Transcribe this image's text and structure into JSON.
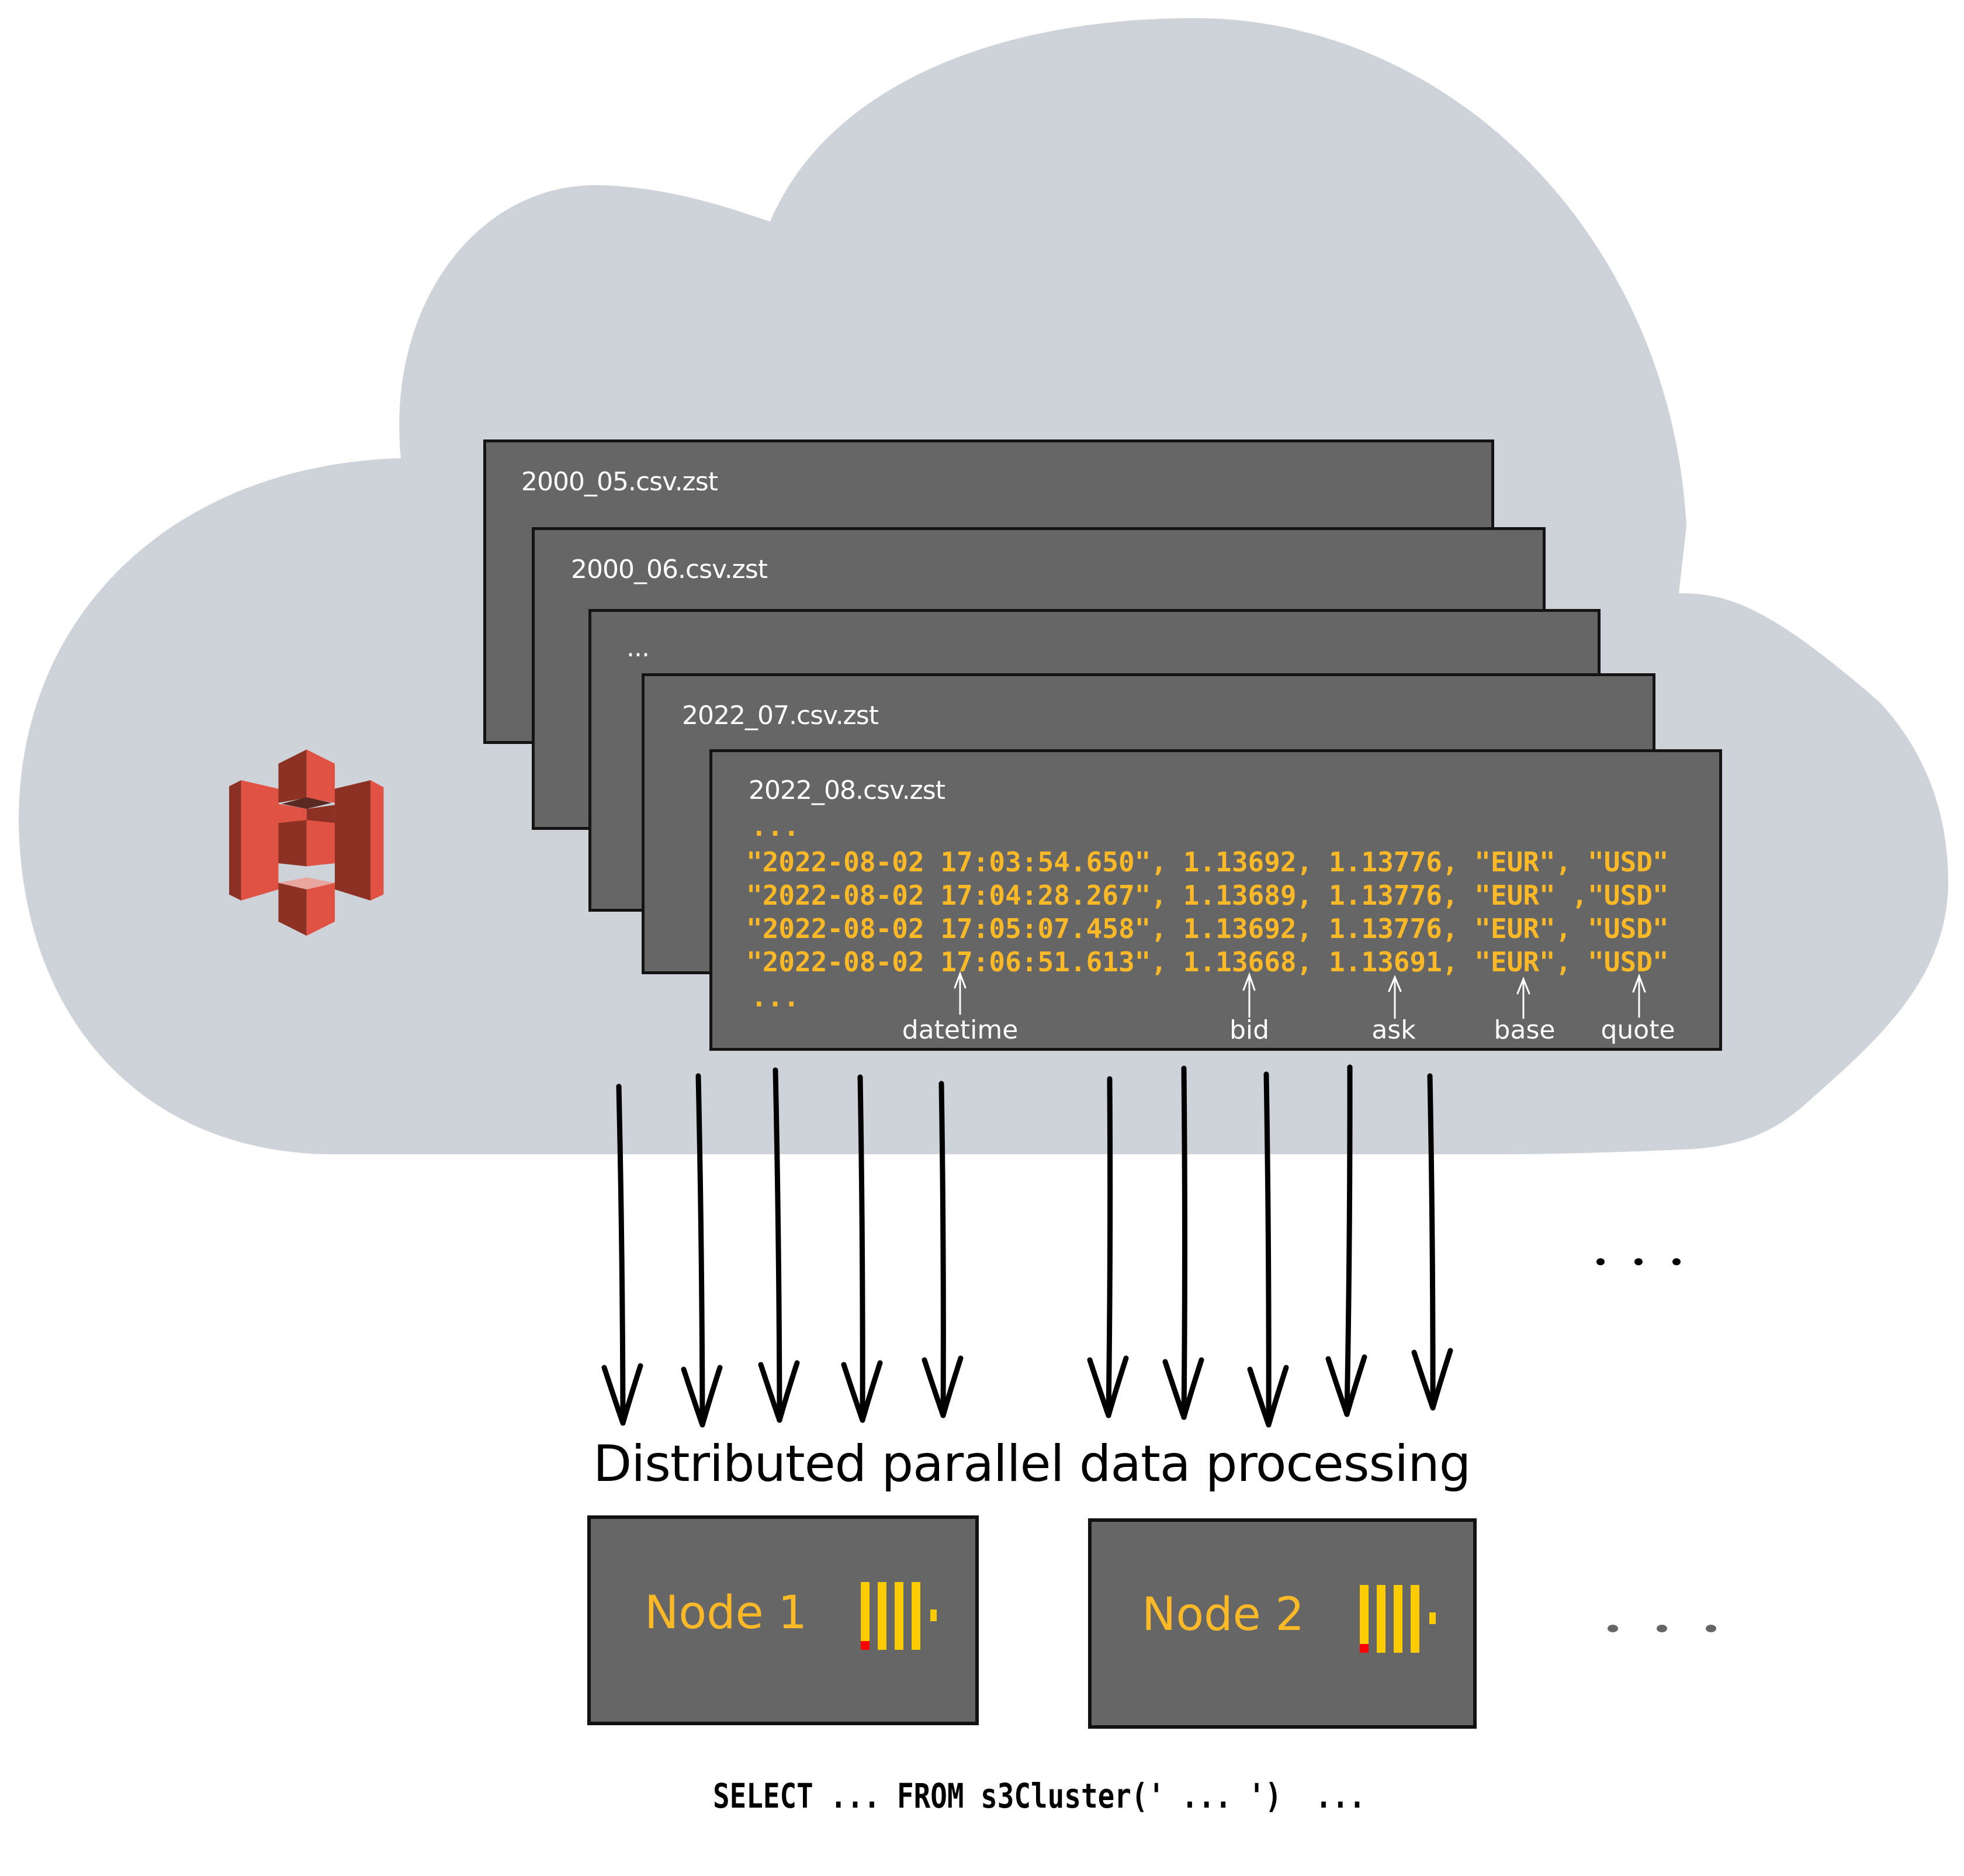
{
  "colors": {
    "background": "#ffffff",
    "cloud": "#ced3da",
    "card_fill": "#666666",
    "card_border": "#141414",
    "csv_text": "#fbb928",
    "label_text": "#ffffff",
    "node_text": "#fbb928",
    "clickhouse_yellow": "#fccc00",
    "clickhouse_red": "#ff0000",
    "s3_light": "#e05243",
    "s3_dark": "#8c3123",
    "s3_top": "#e8a69e",
    "arrow": "#000000",
    "dots_top": "#000000",
    "dots_bottom": "#666666"
  },
  "cloud": {
    "name": "aws-cloud",
    "storage_icon": "aws-s3-bucket-icon"
  },
  "files": [
    {
      "name": "2000_05.csv.zst"
    },
    {
      "name": "2000_06.csv.zst"
    },
    {
      "name": "..."
    },
    {
      "name": "2022_07.csv.zst"
    },
    {
      "name": "2022_08.csv.zst",
      "leading_ellipsis": "...",
      "rows": [
        "\"2022-08-02 17:03:54.650\", 1.13692, 1.13776, \"EUR\", \"USD\"",
        "\"2022-08-02 17:04:28.267\", 1.13689, 1.13776, \"EUR\" ,\"USD\"",
        "\"2022-08-02 17:05:07.458\", 1.13692, 1.13776, \"EUR\", \"USD\"",
        "\"2022-08-02 17:06:51.613\", 1.13668, 1.13691, \"EUR\", \"USD\""
      ],
      "trailing_ellipsis": "...",
      "columns": [
        "datetime",
        "bid",
        "ask",
        "base",
        "quote"
      ]
    }
  ],
  "flow": {
    "arrow_count": 10,
    "heading": "Distributed parallel data processing",
    "more_indicator": "..."
  },
  "nodes": [
    {
      "label": "Node 1",
      "logo": "clickhouse-logo-icon"
    },
    {
      "label": "Node 2",
      "logo": "clickhouse-logo-icon"
    }
  ],
  "more_nodes_indicator": "...",
  "query": "SELECT ... FROM s3Cluster(' ... ')  ..."
}
